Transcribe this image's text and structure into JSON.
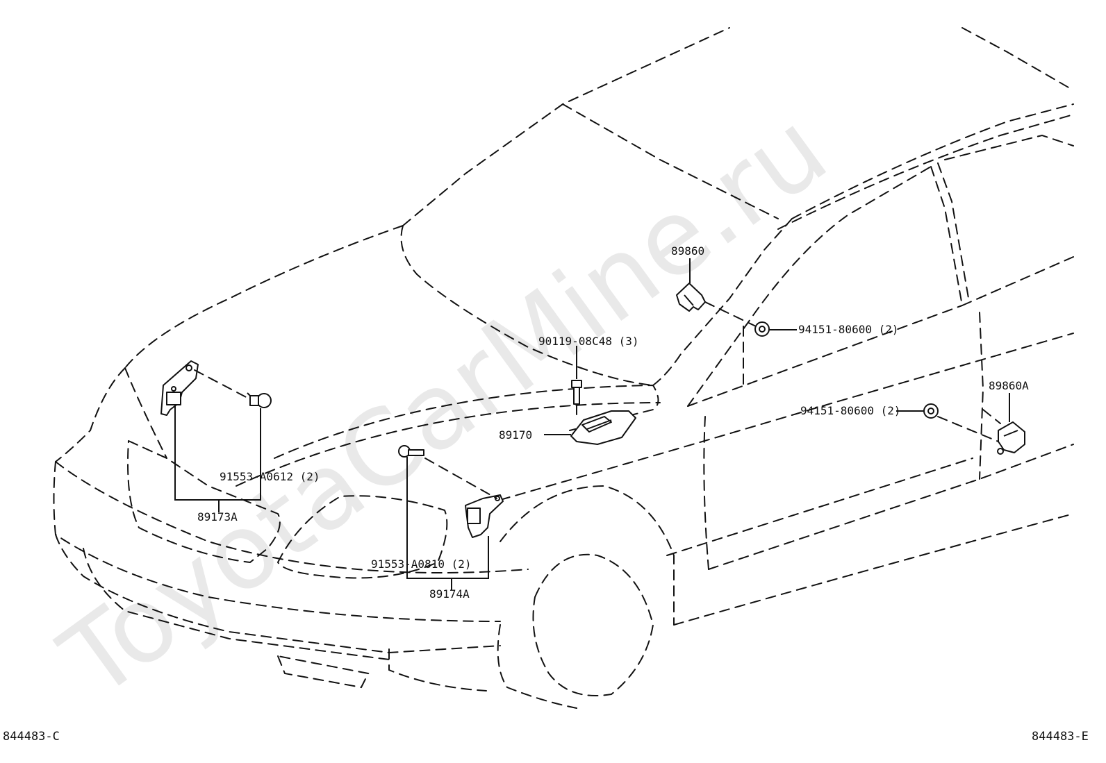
{
  "watermark": "ToyotaCarMine.ru",
  "reference_left": "844483-C",
  "reference_right": "844483-E",
  "parts": {
    "p89860": "89860",
    "p94151_upper": "94151-80600 (2)",
    "p90119": "90119-08C48 (3)",
    "p89170": "89170",
    "p89860A": "89860A",
    "p94151_lower": "94151-80600 (2)",
    "p91553_a0612": "91553-A0612 (2)",
    "p89173A": "89173A",
    "p91553_a0810": "91553-A0810 (2)",
    "p89174A": "89174A"
  }
}
